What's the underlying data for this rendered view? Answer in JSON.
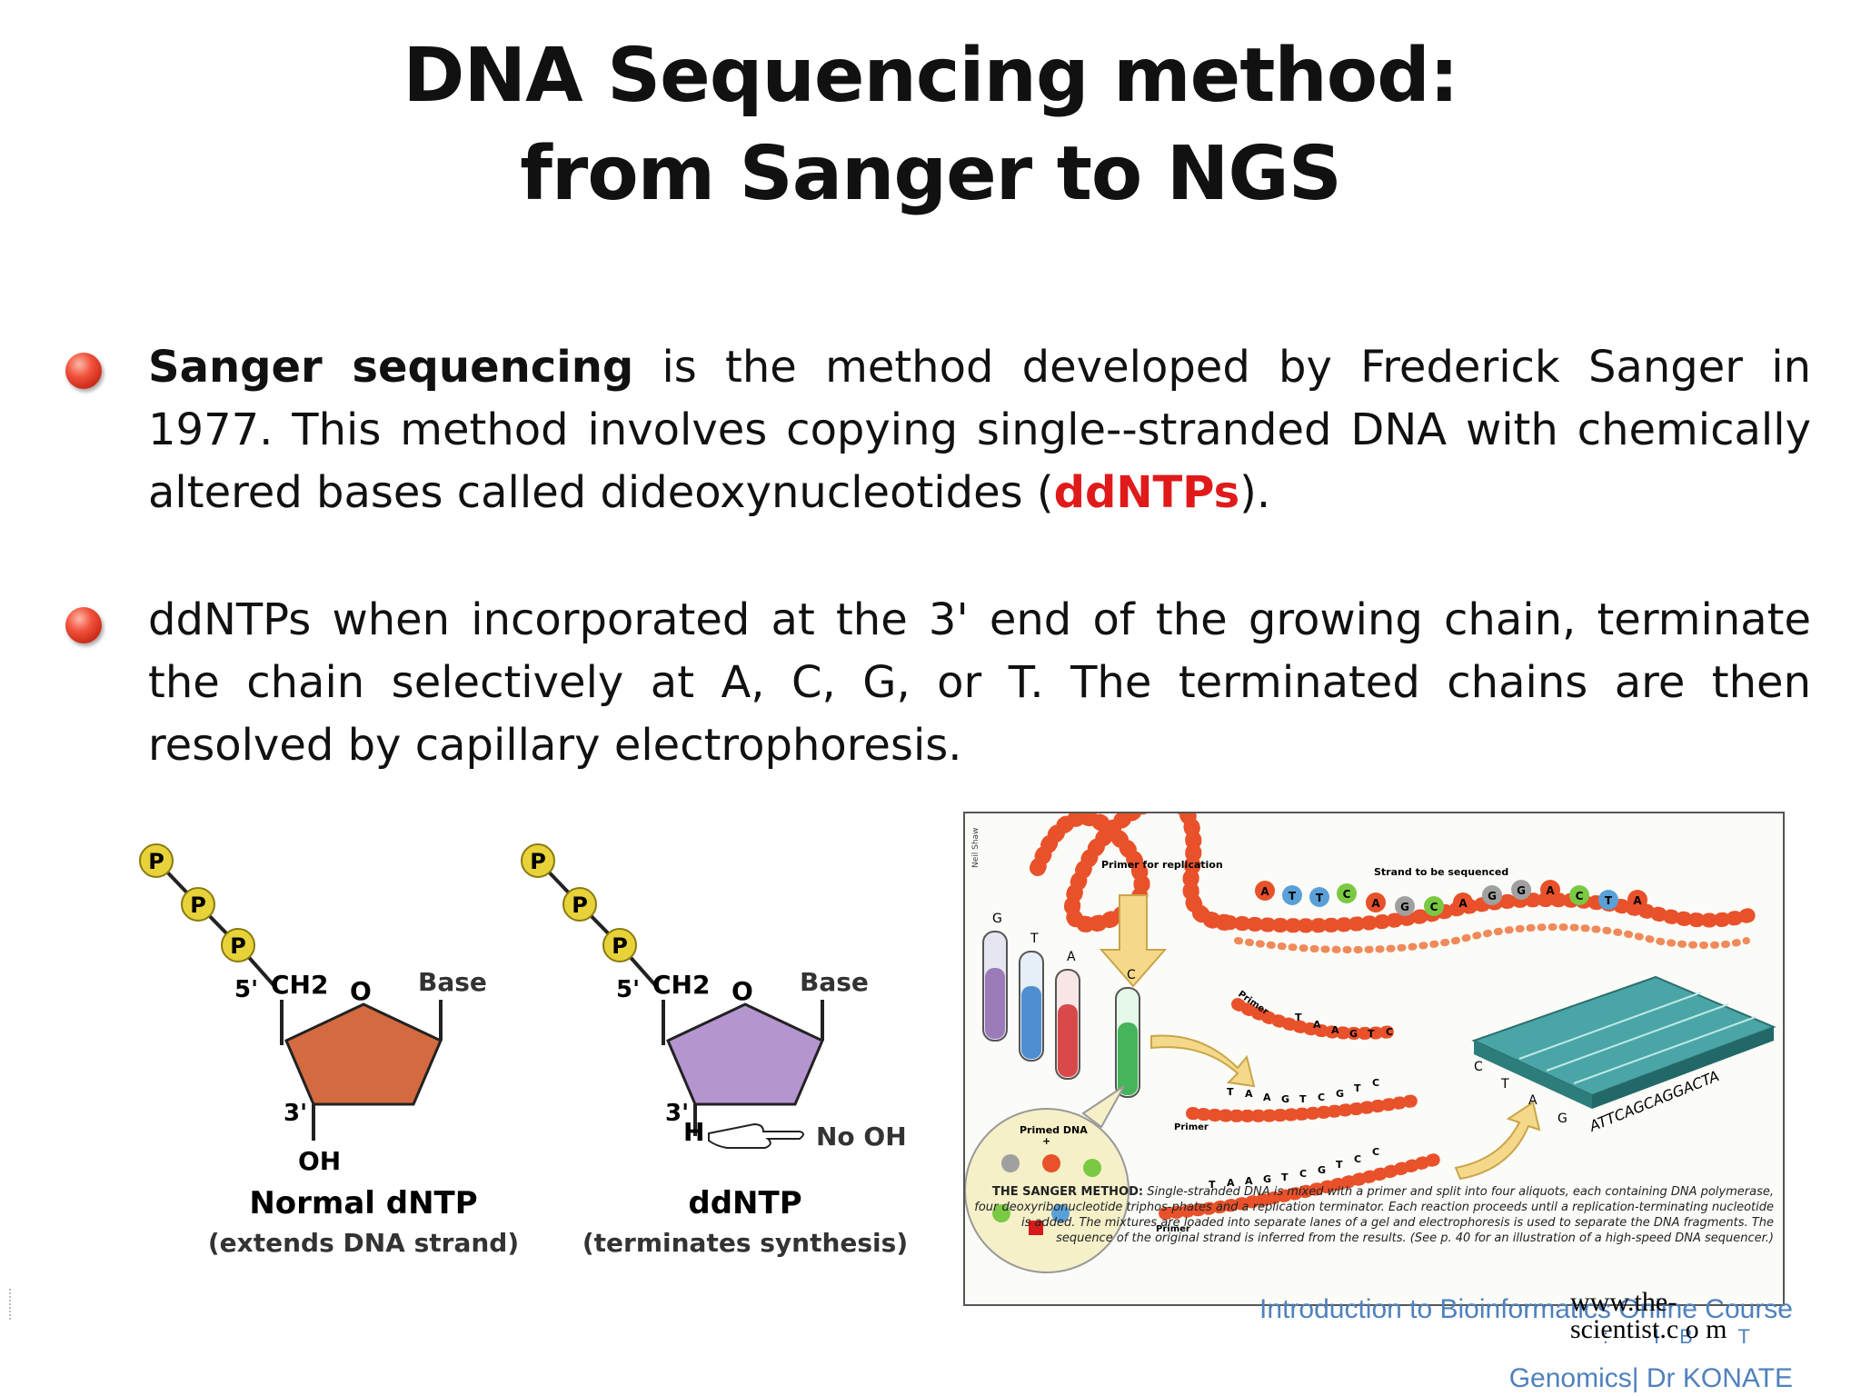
{
  "slide": {
    "title_line1": "DNA Sequencing method:",
    "title_line2": "from Sanger to NGS"
  },
  "bullets": [
    {
      "bold_lead": "Sanger sequencing",
      "text_a": " is the method developed by Frederick Sanger in 1977. This method involves copying single--stranded DNA with chemically altered bases called dideoxynucleotides (",
      "highlight": "ddNTPs",
      "text_b": ")."
    },
    {
      "text": "ddNTPs  when incorporated at the 3' end of the growing chain, terminate the chain selectively at A, C, G, or T. The terminated chains are then resolved by capillary electrophoresis."
    }
  ],
  "figure_left": {
    "phosphate": "P",
    "normal": {
      "five_prime": "5'",
      "ch2": "CH2",
      "ring_o": "O",
      "base": "Base",
      "three_prime": "3'",
      "oh": "OH",
      "caption": "Normal dNTP",
      "subcaption": "(extends DNA strand)"
    },
    "dd": {
      "five_prime": "5'",
      "ch2": "CH2",
      "ring_o": "O",
      "base": "Base",
      "three_prime": "3'",
      "h": "H",
      "no_oh": "No OH",
      "caption": "ddNTP",
      "subcaption": "(terminates synthesis)"
    },
    "colors": {
      "normal_sugar": "#d46a3f",
      "dd_sugar": "#b595d0",
      "phosphate_ball": "#e8d23a"
    }
  },
  "figure_right": {
    "side_credit": "Neil Shaw",
    "primer_for_replication": "Primer for replication",
    "strand_to_be_sequenced": "Strand to be sequenced",
    "template_bases": [
      "A",
      "T",
      "T",
      "C",
      "A",
      "G",
      "C",
      "A",
      "G",
      "G",
      "A",
      "C",
      "T",
      "A"
    ],
    "tubes": [
      "G",
      "T",
      "A",
      "C"
    ],
    "primer_label": "Primer",
    "primed_dna": "Primed DNA",
    "plus": "+",
    "chain1": [
      "T",
      "A",
      "A",
      "G",
      "T",
      "C"
    ],
    "chain2": [
      "T",
      "A",
      "A",
      "G",
      "T",
      "C",
      "G",
      "T",
      "C"
    ],
    "chain3": [
      "T",
      "A",
      "A",
      "G",
      "T",
      "C",
      "G",
      "T",
      "C",
      "C"
    ],
    "lane_letters": [
      "C",
      "T",
      "A",
      "G"
    ],
    "gel_readout": "ATTCAGCAGGACTA",
    "caption_heading": "THE SANGER METHOD:",
    "caption_body": "Single-stranded DNA is mixed with a primer and split into four aliquots, each containing DNA polymerase, four deoxyribonucleotide triphos-phates and a replication terminator. Each reaction proceeds until a replication-terminating nucleotide is added. The mixtures are loaded into separate lanes of a gel and electrophoresis is used to separate the DNA fragments. The sequence of the original strand is inferred from the results. (See p. 40 for an illustration of a high-speed DNA sequencer.)"
  },
  "credit": {
    "line1": "www.the-",
    "line2": "scientist.c o m"
  },
  "footer": {
    "course": "Introduction to Bioinformatics Online Course",
    "ibt": ": IB T",
    "author": "Genomics| Dr KONATE"
  }
}
